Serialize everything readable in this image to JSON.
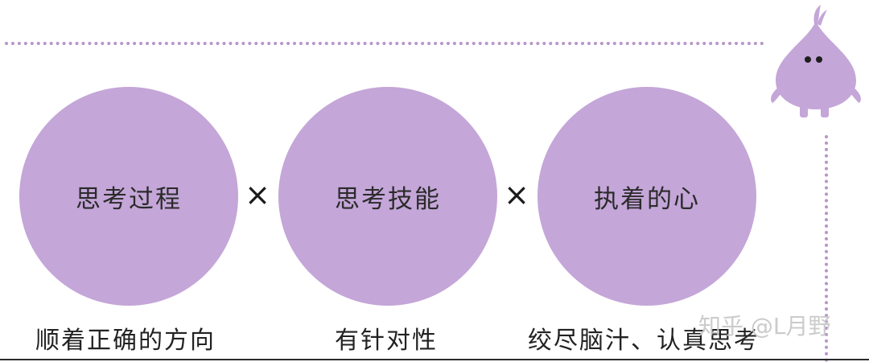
{
  "circles": [
    {
      "label": "思考过程",
      "caption": "顺着正确的方向"
    },
    {
      "label": "思考技能",
      "caption": "有针对性"
    },
    {
      "label": "执着的心",
      "caption": "绞尽脑汁、认真思考"
    }
  ],
  "operators": [
    "×",
    "×"
  ],
  "watermark": "知乎 @L月野",
  "colors": {
    "circle_fill": "#c4a6d8",
    "dotted_line": "#b795c9",
    "mascot_fill": "#c4a6d8"
  },
  "icons": {
    "mascot": "purple-onion-character-icon"
  }
}
